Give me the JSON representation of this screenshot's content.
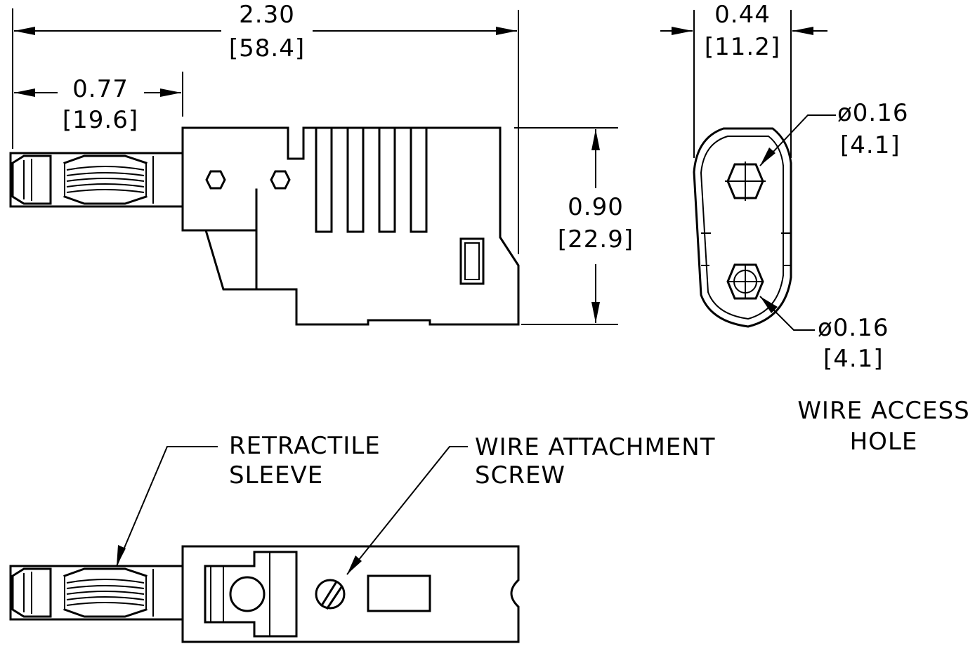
{
  "dimensions": {
    "overall_length": {
      "inch": "2.30",
      "mm": "[58.4]"
    },
    "pin_length": {
      "inch": "0.77",
      "mm": "[19.6]"
    },
    "height": {
      "inch": "0.90",
      "mm": "[22.9]"
    },
    "width": {
      "inch": "0.44",
      "mm": "[11.2]"
    },
    "hole_top": {
      "inch": "ø0.16",
      "mm": "[4.1]"
    },
    "hole_bottom": {
      "inch": "ø0.16",
      "mm": "[4.1]"
    }
  },
  "labels": {
    "wire_access_line1": "WIRE ACCESS",
    "wire_access_line2": "HOLE",
    "retractile_line1": "RETRACTILE",
    "retractile_line2": "SLEEVE",
    "screw_line1": "WIRE ATTACHMENT",
    "screw_line2": "SCREW"
  }
}
